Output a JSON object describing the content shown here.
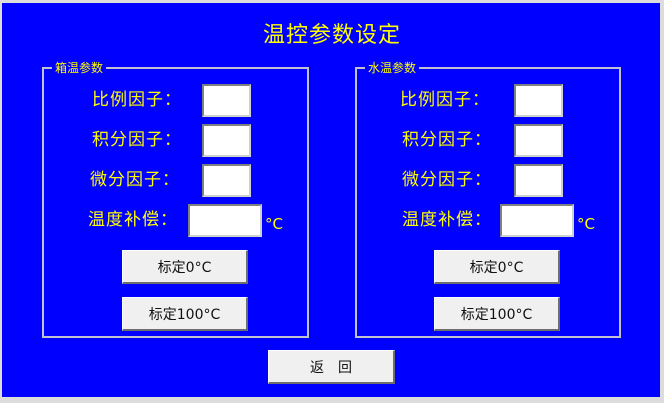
{
  "window": {
    "title": "温控参数设定"
  },
  "groups": [
    {
      "legend": "箱温参数",
      "fields": [
        {
          "label": "比例因子：",
          "value": ""
        },
        {
          "label": "积分因子：",
          "value": ""
        },
        {
          "label": "微分因子：",
          "value": ""
        },
        {
          "label": "温度补偿：",
          "value": "",
          "unit": "°C"
        }
      ],
      "buttons": [
        "标定0°C",
        "标定100°C"
      ]
    },
    {
      "legend": "水温参数",
      "fields": [
        {
          "label": "比例因子：",
          "value": ""
        },
        {
          "label": "积分因子：",
          "value": ""
        },
        {
          "label": "微分因子：",
          "value": ""
        },
        {
          "label": "温度补偿：",
          "value": "",
          "unit": "°C"
        }
      ],
      "buttons": [
        "标定0°C",
        "标定100°C"
      ]
    }
  ],
  "footer": {
    "return_label": "返回"
  },
  "colors": {
    "background": "#0000ff",
    "text": "#ffff00",
    "button": "#f0f0f0"
  }
}
